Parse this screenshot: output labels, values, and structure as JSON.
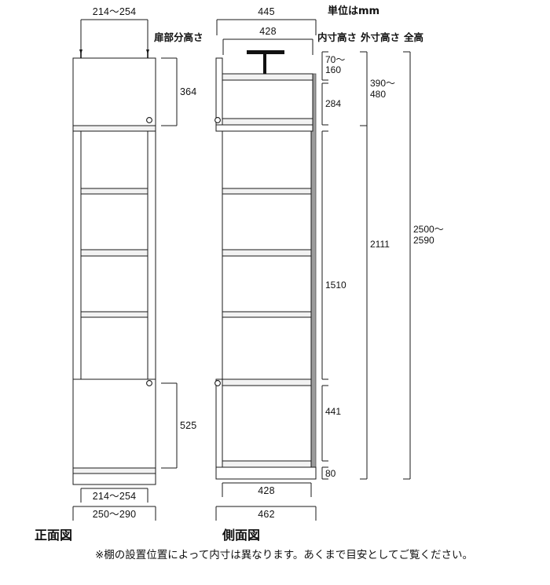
{
  "units_note": "単位はmm",
  "column_headers": {
    "inner_height": "内寸高さ",
    "outer_height": "外寸高さ",
    "total_height": "全高"
  },
  "front_view": {
    "title": "正面図",
    "door_height_label": "扉部分高さ",
    "top_door_height": "364",
    "bottom_door_height": "525",
    "inner_width": "214〜254",
    "outer_width": "250〜290"
  },
  "side_view": {
    "title": "側面図",
    "outer_depth_top": "445",
    "inner_depth_top": "428",
    "inner_depth_bottom": "428",
    "outer_depth_bottom": "462"
  },
  "height_dimensions": {
    "inner": [
      {
        "value": "70〜\n160",
        "line1": "70〜",
        "line2": "160"
      },
      {
        "value": "284",
        "line1": "284",
        "line2": ""
      },
      {
        "value": "1510",
        "line1": "1510",
        "line2": ""
      },
      {
        "value": "441",
        "line1": "441",
        "line2": ""
      },
      {
        "value": "80",
        "line1": "80",
        "line2": ""
      }
    ],
    "outer": [
      {
        "line1": "390〜",
        "line2": "480"
      },
      {
        "line1": "2111",
        "line2": ""
      }
    ],
    "total": [
      {
        "line1": "2500〜",
        "line2": "2590"
      }
    ]
  },
  "footnote": "※棚の設置位置によって内寸は異なります。あくまで目安としてご覧ください。",
  "colors": {
    "line": "#1a1a1a",
    "shelf_fill": "#f2f2f2",
    "side_panel": "#9c9c9c",
    "background": "#ffffff"
  }
}
